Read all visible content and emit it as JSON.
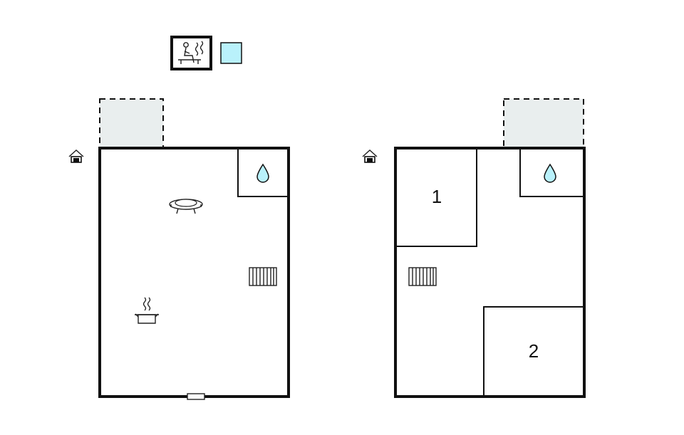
{
  "legend": {
    "icons": [
      "sauna-icon",
      "pool-swatch-icon"
    ],
    "pool_color": "#b9f1fb"
  },
  "floors": [
    {
      "name": "ground-floor",
      "icons": [
        "entrance-icon",
        "water-drop-icon",
        "sofa-icon",
        "radiator-icon",
        "cooking-pot-icon",
        "door-icon"
      ]
    },
    {
      "name": "upper-floor",
      "icons": [
        "entrance-icon",
        "water-drop-icon",
        "radiator-icon"
      ],
      "rooms": [
        {
          "label": "1"
        },
        {
          "label": "2"
        }
      ]
    }
  ],
  "colors": {
    "wall": "#111111",
    "terrace_fill": "#e9eeee",
    "water_drop": "#b9f1fb"
  }
}
